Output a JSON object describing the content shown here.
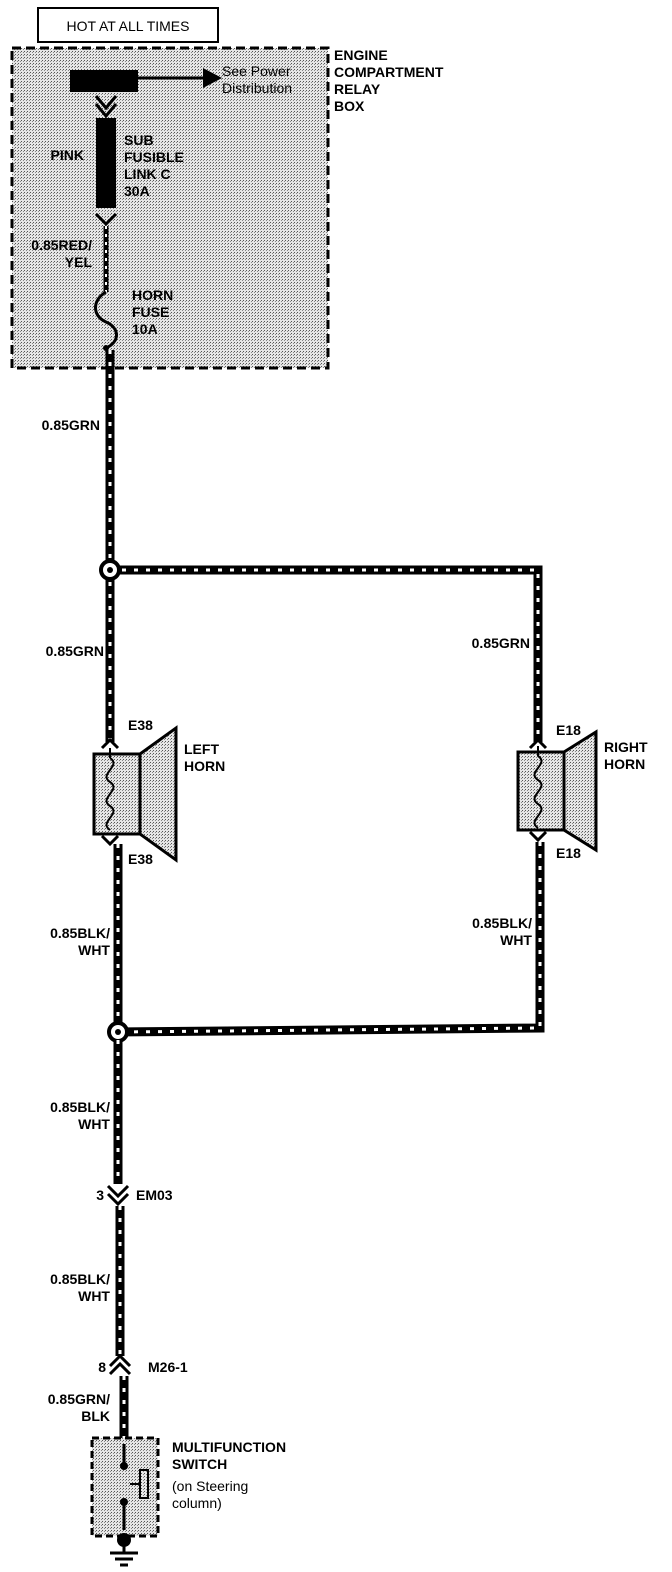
{
  "header": {
    "title": "HOT AT ALL TIMES"
  },
  "relay_box": {
    "name_lines": [
      "ENGINE",
      "COMPARTMENT",
      "RELAY",
      "BOX"
    ],
    "ref_lines": [
      "See Power",
      "Distribution"
    ]
  },
  "fusible_link": {
    "color": "PINK",
    "lines": [
      "SUB",
      "FUSIBLE",
      "LINK C",
      "30A"
    ]
  },
  "fuse": {
    "lines": [
      "HORN",
      "FUSE",
      "10A"
    ]
  },
  "wires": {
    "red_yel": [
      "0.85RED/",
      "YEL"
    ],
    "grn_main": "0.85GRN",
    "grn_left": "0.85GRN",
    "grn_right": "0.85GRN",
    "blk_wht_left": [
      "0.85BLK/",
      "WHT"
    ],
    "blk_wht_right": [
      "0.85BLK/",
      "WHT"
    ],
    "blk_wht_mid": [
      "0.85BLK/",
      "WHT"
    ],
    "blk_wht_low": [
      "0.85BLK/",
      "WHT"
    ],
    "grn_blk": [
      "0.85GRN/",
      "BLK"
    ]
  },
  "left_horn": {
    "connector_top": "E38",
    "connector_bottom": "E38",
    "name_lines": [
      "LEFT",
      "HORN"
    ]
  },
  "right_horn": {
    "connector_top": "E18",
    "connector_bottom": "E18",
    "name_lines": [
      "RIGHT",
      "HORN"
    ]
  },
  "connector_em03": {
    "pin": "3",
    "name": "EM03"
  },
  "connector_m26": {
    "pin": "8",
    "name": "M26-1"
  },
  "switch": {
    "name_lines": [
      "MULTIFUNCTION",
      "SWITCH"
    ],
    "note_lines": [
      "(on Steering",
      "column)"
    ]
  },
  "colors": {
    "ink": "#000000",
    "wire_dash": "#ffffff",
    "shade": "#c8c8c8"
  }
}
